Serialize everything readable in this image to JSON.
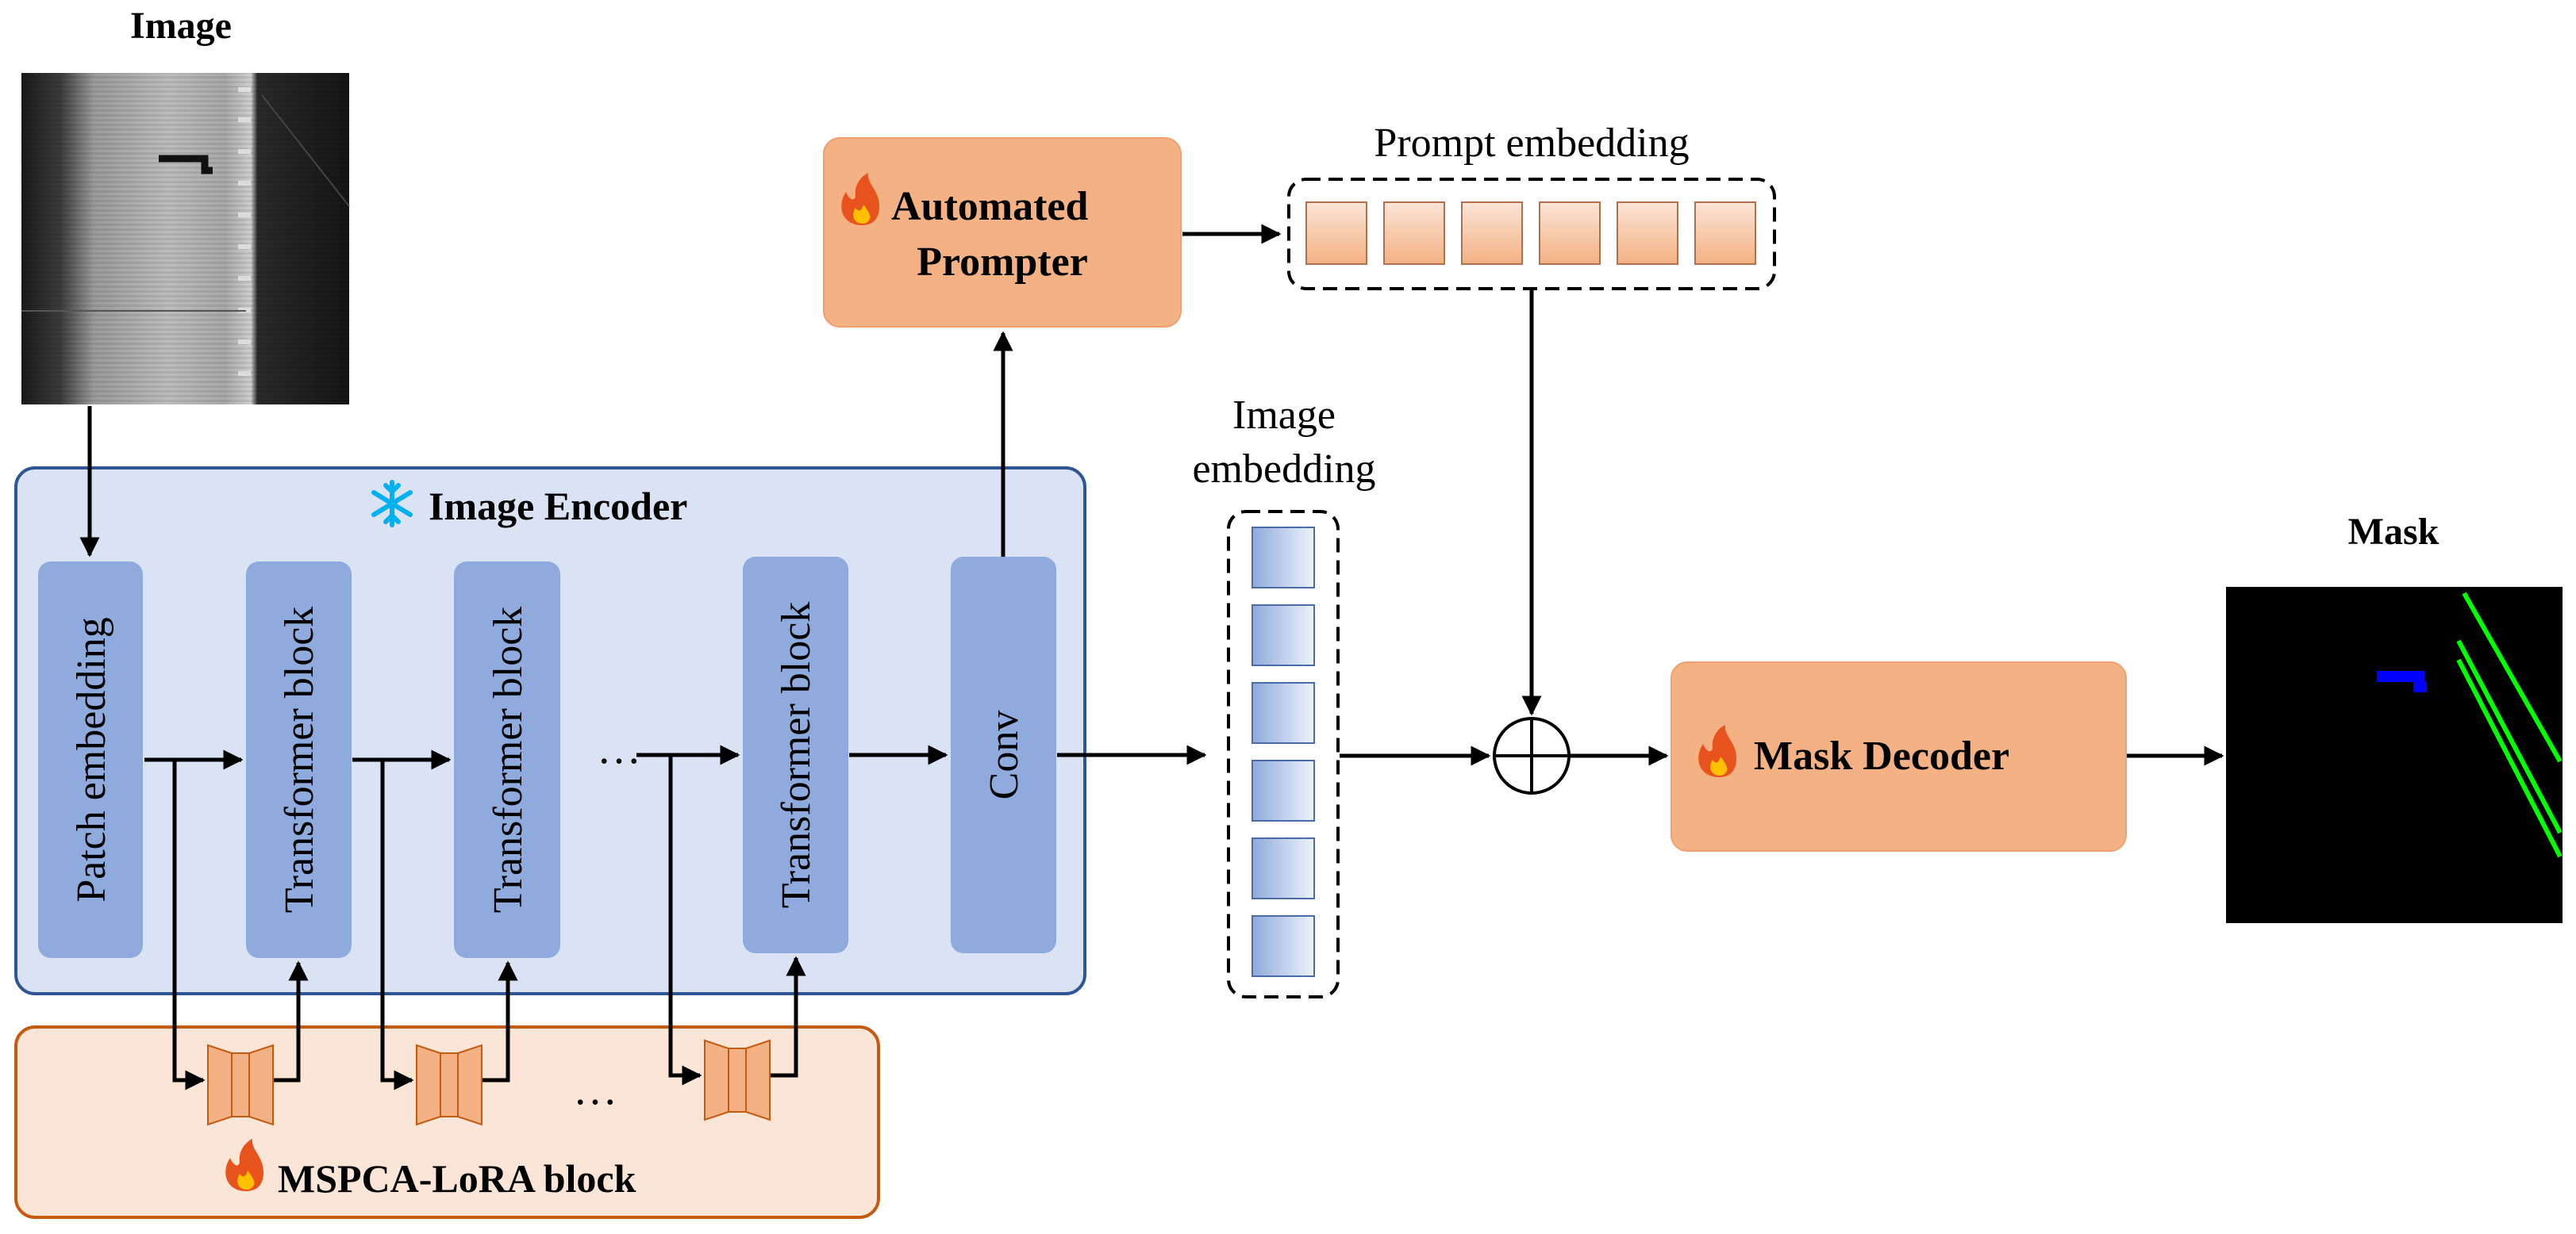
{
  "labels": {
    "image_title": "Image",
    "mask_title": "Mask",
    "image_encoder": "Image Encoder",
    "patch_embedding": "Patch embedding",
    "transformer_block_1": "Transformer block",
    "transformer_block_2": "Transformer block",
    "transformer_block_3": "Transformer block",
    "ellipsis_encoder": "…",
    "conv": "Conv",
    "automated_prompter_line1": "Automated",
    "automated_prompter_line2": "Prompter",
    "prompt_embedding": "Prompt embedding",
    "image_embedding_line1": "Image",
    "image_embedding_line2": "embedding",
    "mask_decoder": "Mask Decoder",
    "mspca_lora_block": "MSPCA-LoRA block",
    "ellipsis_lora": "…"
  },
  "icons": {
    "frozen": "snowflake-icon",
    "trainable": "fire-icon"
  },
  "colors": {
    "encoder_bg": "#dae3f3",
    "encoder_border": "#2f5597",
    "block_fill": "#8faadc",
    "orange_fill": "#f4b183",
    "lora_bg": "#fbe5d6",
    "lora_border": "#c55a11",
    "snowflake": "#00b0f0",
    "mask_blue": "#0000ff",
    "mask_green": "#00ff00"
  }
}
